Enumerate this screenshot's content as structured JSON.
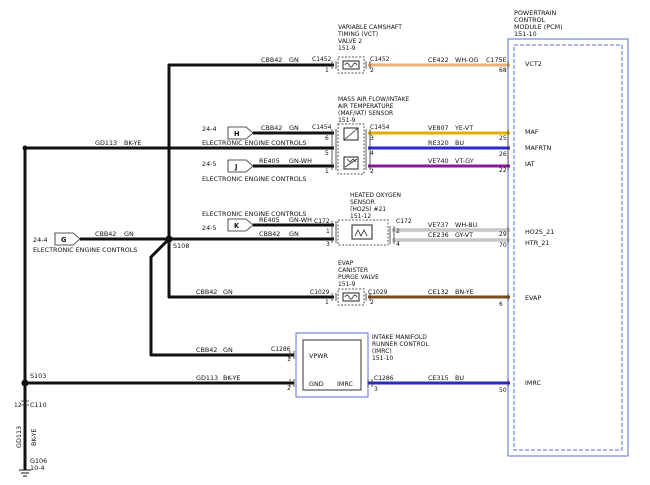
{
  "pcm": {
    "title": [
      "POWERTRAIN",
      "CONTROL",
      "MODULE (PCM)",
      "151-10"
    ],
    "pins": [
      {
        "pin": "68",
        "label": "VCT2"
      },
      {
        "pin": "25",
        "label": "MAF"
      },
      {
        "pin": "26",
        "label": "MAFRTN"
      },
      {
        "pin": "22",
        "label": "IAT"
      },
      {
        "pin": "29",
        "label": "HO2S_21"
      },
      {
        "pin": "70",
        "label": "HTR_21"
      },
      {
        "pin": "6",
        "label": "EVAP"
      },
      {
        "pin": "50",
        "label": "IMRC"
      }
    ]
  },
  "components": {
    "vct": {
      "title": [
        "VARIABLE CAMSHAFT",
        "TIMING (VCT)",
        "VALVE 2",
        "151-9"
      ],
      "connector_in": "C1452",
      "connector_out": "C1452",
      "pin_in": "1",
      "pin_out": "2"
    },
    "maf": {
      "title": [
        "MASS AIR FLOW/INTAKE",
        "AIR TEMPERATURE",
        "(MAF/IAT) SENSOR",
        "151-9"
      ],
      "connector_in": "C1454",
      "connector_out": "C1454",
      "pins_in": [
        "6",
        "5",
        "1"
      ],
      "pins_out": [
        "3",
        "4",
        "2"
      ]
    },
    "ho2s": {
      "title": [
        "HEATED OXYGEN",
        "SENSOR",
        "(HO2S) #21",
        "151-12"
      ],
      "connector_in": "C172",
      "connector_out": "C172",
      "pins_in": [
        "1",
        "3"
      ],
      "pins_out": [
        "2",
        "4"
      ]
    },
    "evap": {
      "title": [
        "EVAP",
        "CANISTER",
        "PURGE VALVE",
        "151-9"
      ],
      "connector_in": "C1029",
      "connector_out": "C1029",
      "pin_in": "1",
      "pin_out": "2"
    },
    "imrc": {
      "title": [
        "INTAKE MANIFOLD",
        "RUNNER CONTROL",
        "(IMRC)",
        "151-10"
      ],
      "connector_in": "C1286",
      "connector_out": "C1286",
      "pins_in": [
        "1",
        "2"
      ],
      "pin_out": "3",
      "label_vpwr": "VPWR",
      "label_gnd": "GND",
      "label_imrc": "IMRC"
    }
  },
  "wires": {
    "vct_power": {
      "circuit": "CBB42",
      "color": "GN"
    },
    "vct_signal": {
      "circuit": "CE422",
      "color": "WH-OG",
      "connector": "C175E"
    },
    "maf_power": {
      "circuit": "CBB42",
      "color": "GN"
    },
    "maf_signal": {
      "circuit": "VE807",
      "color": "YE-VT"
    },
    "maf_ground": {
      "circuit": "GD113",
      "color": "BK-YE"
    },
    "maf_rtn": {
      "circuit": "RE320",
      "color": "BU"
    },
    "iat_in": {
      "circuit": "RE405",
      "color": "GN-WH"
    },
    "iat_signal": {
      "circuit": "VE740",
      "color": "VT-GY"
    },
    "ho2s_rtn": {
      "circuit": "RE405",
      "color": "GN-WH"
    },
    "ho2s_power": {
      "circuit": "CBB42",
      "color": "GN"
    },
    "ho2s_signal": {
      "circuit": "VE737",
      "color": "WH-BU"
    },
    "ho2s_heater": {
      "circuit": "CE236",
      "color": "GY-VT"
    },
    "g_feed": {
      "circuit": "CBB42",
      "color": "GN"
    },
    "evap_power": {
      "circuit": "CBB42",
      "color": "GN"
    },
    "evap_signal": {
      "circuit": "CE132",
      "color": "BN-YE"
    },
    "imrc_power": {
      "circuit": "CBB42",
      "color": "GN"
    },
    "imrc_ground": {
      "circuit": "GD113",
      "color": "BK-YE"
    },
    "imrc_signal": {
      "circuit": "CE315",
      "color": "BU"
    },
    "ground_vertical": {
      "circuit": "GD113",
      "color": "BK-YE"
    }
  },
  "references": {
    "h": {
      "page": "24-4",
      "letter": "H"
    },
    "j": {
      "page": "24-5",
      "letter": "J"
    },
    "k": {
      "page": "24-5",
      "letter": "K"
    },
    "g": {
      "page": "24-4",
      "letter": "G"
    },
    "eec1": "ELECTRONIC ENGINE CONTROLS",
    "eec2": "ELECTRONIC ENGINE CONTROLS",
    "eec3": "ELECTRONIC ENGINE CONTROLS",
    "eec4": "ELECTRONIC ENGINE CONTROLS"
  },
  "splices": {
    "s108": "S108",
    "s103": "S103"
  },
  "ground": {
    "c110": "C110",
    "c110_pin": "12",
    "g106": "G106",
    "g106_page": "10-4"
  },
  "colors": {
    "black": "#111111",
    "orange": "#e8b07a",
    "yellow": "#e0b000",
    "blue": "#2a2acc",
    "purple": "#8a1a9a",
    "gray": "#a8a8a8",
    "brown": "#7a4a20",
    "pcm_border": "#5b6fd8"
  }
}
